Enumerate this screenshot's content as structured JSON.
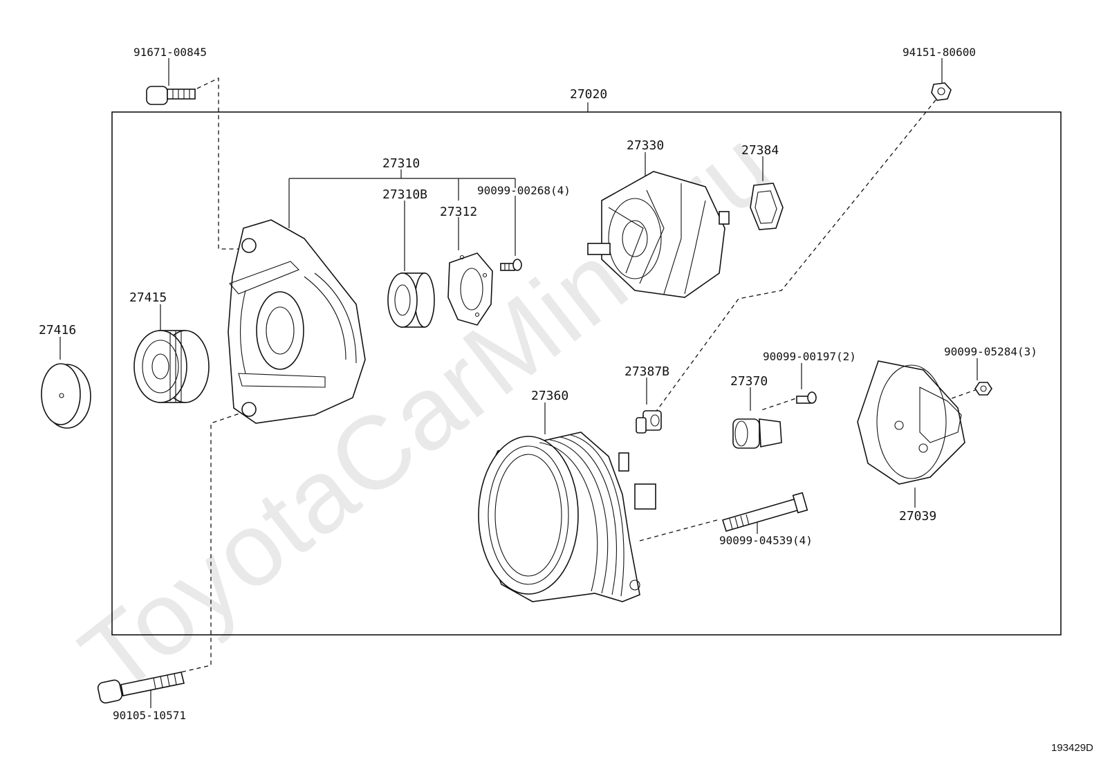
{
  "watermark": "ToyotaCarMine.ru",
  "reference_code": "193429D",
  "assembly_label": "27020",
  "labels": {
    "p91671_00845": "91671-00845",
    "p94151_80600": "94151-80600",
    "p27020": "27020",
    "p27310": "27310",
    "p27310b": "27310B",
    "p27312": "27312",
    "p90099_00268": "90099-00268(4)",
    "p27330": "27330",
    "p27384": "27384",
    "p27415": "27415",
    "p27416": "27416",
    "p27387b": "27387B",
    "p27360": "27360",
    "p27370": "27370",
    "p90099_00197": "90099-00197(2)",
    "p90099_05284": "90099-05284(3)",
    "p27039": "27039",
    "p90099_04539": "90099-04539(4)",
    "p90105_10571": "90105-10571"
  }
}
